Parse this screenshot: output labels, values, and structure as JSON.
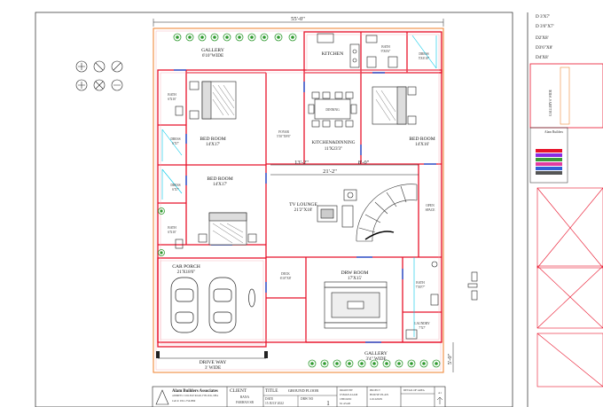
{
  "dimensions": {
    "top_width": "55'-0\"",
    "lounge_width": "21'-2\"",
    "lounge_split_left": "13'-2\"",
    "lounge_split_right": "8'-0\"",
    "side_bottom": "5'-0\""
  },
  "rooms": {
    "gallery_top": {
      "name": "GALLERY",
      "size": "6'10\"WIDE"
    },
    "kitchen": {
      "name": "KITCHEN"
    },
    "bath_top": {
      "name": "BATH",
      "size": "9'X6'6\""
    },
    "dress_top": {
      "name": "DRESS",
      "size": "5'X6'10\""
    },
    "bath_left": {
      "name": "BATH",
      "size": "6'X10'"
    },
    "dress_left": {
      "name": "DRESS",
      "size": "6'X7'"
    },
    "bed1": {
      "name": "BED ROOM",
      "size": "14'X17'"
    },
    "foyar": {
      "name": "FOYAR",
      "size": "5'10\"X9'6\""
    },
    "dinning_table": "DINNING",
    "kitchen_dinning": {
      "name": "KITCHEN&DINNING",
      "size": "11'X23'3\""
    },
    "bed_right": {
      "name": "BED ROOM",
      "size": "14'X16'"
    },
    "dress_left2": {
      "name": "DRESS",
      "size": "6'X7'"
    },
    "bed2": {
      "name": "BED ROOM",
      "size": "14'X17'"
    },
    "tv_lounge": {
      "name": "TV LOUNGE",
      "size": "21'2\"X18'"
    },
    "open_space": {
      "name": "OPEN",
      "size": "SPACE"
    },
    "bath_left2": {
      "name": "BATH",
      "size": "6'X10'"
    },
    "car_porch": {
      "name": "CAR PORCH",
      "size": "21'X18'6\""
    },
    "deck": {
      "name": "DECK",
      "size": "6'10\"X8'"
    },
    "drw_room": {
      "name": "DRW ROOM",
      "size": "17'X15'"
    },
    "bath_right": {
      "name": "BATH",
      "size": "7'X9'7\""
    },
    "laundry": {
      "name": "LAUNDRY",
      "size": "7'X7'"
    },
    "drive_way": {
      "name": "DRIVE WAY",
      "size": "3' WIDE"
    },
    "gallery_bottom": {
      "name": "GALLERY",
      "size": "3'4\" WIDE"
    }
  },
  "right_panel": {
    "legend_lines": [
      "D 3'X7'",
      "D 3'6\"X7'",
      "D2'X8'",
      "D3'6\"X8'",
      "D4'X8'"
    ],
    "gallery_vertical": "GALLERY 6' WIDE",
    "firm_short": "Alam Builders"
  },
  "title_block": {
    "firm_name": "Alam Builders Associates",
    "firm_address": "ADDRESS: COLLEGE ROAD, F BLOCK, DHA",
    "firm_contact": "Cell #: 0311-7541899",
    "client_label": "CLIENT",
    "client_name_1": "RANA",
    "client_name_2": "FARHAN SB",
    "title_label": "TITLE",
    "title_value": "GROUND FLOOR",
    "date_label": "DATE",
    "date_value": "15 JULY 2022",
    "drw_no_label": "DRW NO",
    "drw_no_value": "1",
    "drawn_by_label": "DRAWN BY",
    "drawn_by": "USMAN ALAM",
    "checked_label": "CHECKED",
    "checked_by": "M. ASAD",
    "project_label": "PROJECT",
    "project_value": "HOUSE PLAN",
    "location_label": "LOCATION",
    "detail_label": "DETAIL OF AREA",
    "sheet_label": "A1"
  },
  "colors": {
    "wall": "#e8132b",
    "boundary": "#f08a3c",
    "glass": "#00c8e8",
    "door": "#2f5fd6",
    "plant": "#2e9a2e",
    "lines": "#222222"
  }
}
